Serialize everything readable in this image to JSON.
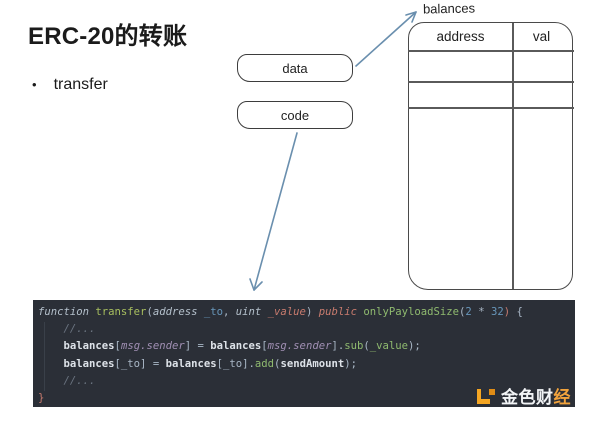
{
  "slide": {
    "title": "ERC-20的转账",
    "bullet_marker": "•",
    "bullet": "transfer"
  },
  "diagram": {
    "data_box_label": "data",
    "code_box_label": "code",
    "balances_label": "balances",
    "table_headers": [
      "address",
      "val"
    ],
    "table_empty_rows": 3,
    "arrow_color": "#6a8fae",
    "box_border_color": "#3d3d3d"
  },
  "code_block": {
    "background": "#2b2f37",
    "default_text_color": "#a9b7c6",
    "lines": [
      [
        [
          "function ",
          "itype"
        ],
        [
          "transfer",
          "fname"
        ],
        [
          "(",
          "plain"
        ],
        [
          "address ",
          "itype"
        ],
        [
          "_to",
          "param"
        ],
        [
          ", ",
          "plain"
        ],
        [
          "uint ",
          "itype"
        ],
        [
          "_value",
          "kw"
        ],
        [
          ") ",
          "plain"
        ],
        [
          "public ",
          "kw"
        ],
        [
          "onlyPayloadSize",
          "method"
        ],
        [
          "(",
          "plain"
        ],
        [
          "2",
          "num"
        ],
        [
          " * ",
          "plain"
        ],
        [
          "32",
          "num"
        ],
        [
          ")",
          "salmon"
        ],
        [
          " {",
          "plain"
        ]
      ],
      [
        [
          "    //...",
          "cm"
        ]
      ],
      [
        [
          "    ",
          "plain"
        ],
        [
          "balances",
          "var"
        ],
        [
          "[",
          "plain"
        ],
        [
          "msg.sender",
          "field"
        ],
        [
          "] ",
          "plain"
        ],
        [
          "= ",
          "plain"
        ],
        [
          "balances",
          "var"
        ],
        [
          "[",
          "plain"
        ],
        [
          "msg.sender",
          "field"
        ],
        [
          "]",
          "plain"
        ],
        [
          ".",
          "plain"
        ],
        [
          "sub",
          "method"
        ],
        [
          "(",
          "plain"
        ],
        [
          "_value",
          "method"
        ],
        [
          ");",
          "plain"
        ]
      ],
      [
        [
          "    ",
          "plain"
        ],
        [
          "balances",
          "var"
        ],
        [
          "[_to] ",
          "plain"
        ],
        [
          "= ",
          "plain"
        ],
        [
          "balances",
          "var"
        ],
        [
          "[_to]",
          "plain"
        ],
        [
          ".",
          "plain"
        ],
        [
          "add",
          "method"
        ],
        [
          "(",
          "plain"
        ],
        [
          "sendAmount",
          "var"
        ],
        [
          ");",
          "plain"
        ]
      ],
      [
        [
          "    //...",
          "cm"
        ]
      ],
      [
        [
          "}",
          "salmon"
        ]
      ]
    ]
  },
  "watermark": {
    "logo_color": "#f5a623",
    "name_white": "金色财",
    "name_orange": "经"
  }
}
